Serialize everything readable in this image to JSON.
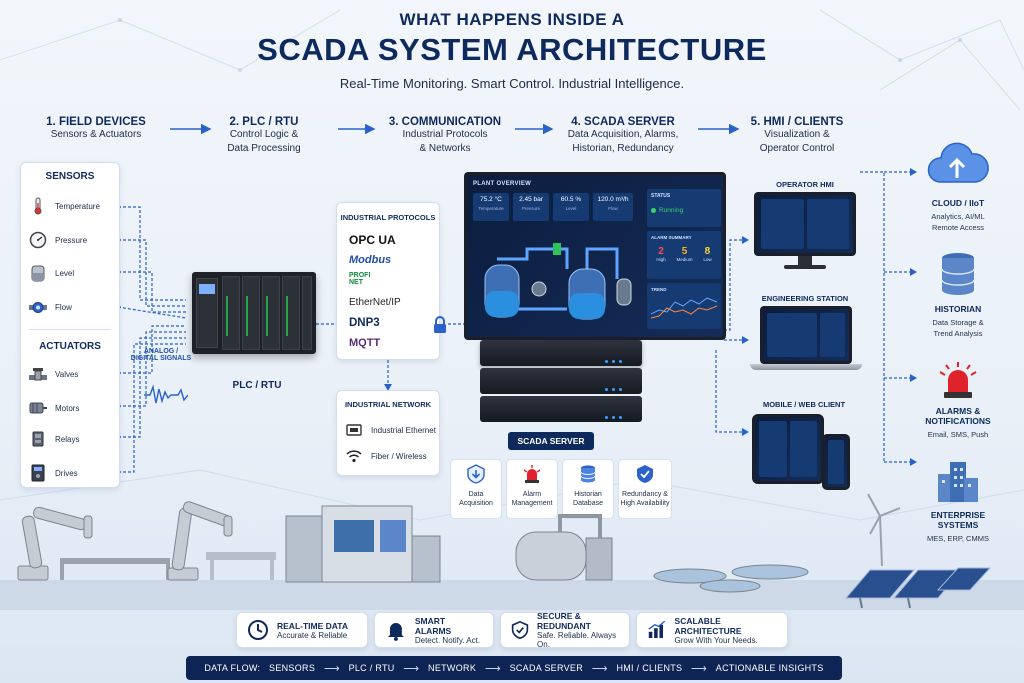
{
  "header": {
    "kicker": "WHAT HAPPENS INSIDE A",
    "title": "SCADA SYSTEM ARCHITECTURE",
    "subtitle": "Real-Time Monitoring. Smart Control. Industrial Intelligence."
  },
  "stages": [
    {
      "title": "1. FIELD DEVICES",
      "line1": "Sensors & Actuators",
      "line2": ""
    },
    {
      "title": "2. PLC / RTU",
      "line1": "Control Logic &",
      "line2": "Data Processing"
    },
    {
      "title": "3. COMMUNICATION",
      "line1": "Industrial Protocols",
      "line2": "& Networks"
    },
    {
      "title": "4. SCADA SERVER",
      "line1": "Data Acquisition, Alarms,",
      "line2": "Historian, Redundancy"
    },
    {
      "title": "5. HMI / CLIENTS",
      "line1": "Visualization &",
      "line2": "Operator Control"
    }
  ],
  "field": {
    "sensors_heading": "SENSORS",
    "sensors": [
      "Temperature",
      "Pressure",
      "Level",
      "Flow"
    ],
    "actuators_heading": "ACTUATORS",
    "actuators": [
      "Valves",
      "Motors",
      "Relays",
      "Drives"
    ],
    "signal_label_1": "ANALOG /",
    "signal_label_2": "DIGITAL SIGNALS"
  },
  "plc": {
    "label": "PLC / RTU"
  },
  "protocols": {
    "heading": "INDUSTRIAL PROTOCOLS",
    "items": [
      "OPC UA",
      "Modbus",
      "PROFI NET",
      "EtherNet/IP",
      "DNP3",
      "MQTT"
    ],
    "profi_1": "PROFI",
    "profi_2": "NET"
  },
  "network": {
    "heading": "INDUSTRIAL NETWORK",
    "items": [
      "Industrial Ethernet",
      "Fiber / Wireless"
    ]
  },
  "overview": {
    "title": "PLANT OVERVIEW",
    "readings": [
      {
        "value": "75.2 °C",
        "label": "Temperature"
      },
      {
        "value": "2.45 bar",
        "label": "Pressure"
      },
      {
        "value": "60.5 %",
        "label": "Level"
      },
      {
        "value": "120.0 m³/h",
        "label": "Flow"
      }
    ],
    "status_title": "STATUS",
    "status_value": "Running",
    "alarm_title": "ALARM SUMMARY",
    "alarm_counts": [
      {
        "value": "2",
        "label": "High"
      },
      {
        "value": "5",
        "label": "Medium"
      },
      {
        "value": "8",
        "label": "Low"
      }
    ],
    "trend_title": "TREND"
  },
  "server": {
    "label": "SCADA SERVER",
    "cards": [
      {
        "icon": "data-acquisition-icon",
        "line1": "Data",
        "line2": "Acquisition"
      },
      {
        "icon": "alarm-icon",
        "line1": "Alarm",
        "line2": "Management"
      },
      {
        "icon": "database-icon",
        "line1": "Historian",
        "line2": "Database"
      },
      {
        "icon": "shield-icon",
        "line1": "Redundancy &",
        "line2": "High Availability"
      }
    ]
  },
  "clients": [
    "OPERATOR HMI",
    "ENGINEERING STATION",
    "MOBILE / WEB CLIENT"
  ],
  "right": [
    {
      "title": "CLOUD / IIoT",
      "title2": "",
      "line1": "Analytics, AI/ML",
      "line2": "Remote Access",
      "icon": "cloud-icon"
    },
    {
      "title": "HISTORIAN",
      "title2": "",
      "line1": "Data Storage &",
      "line2": "Trend Analysis",
      "icon": "database-icon"
    },
    {
      "title": "ALARMS &",
      "title2": "NOTIFICATIONS",
      "line1": "Email, SMS, Push",
      "line2": "",
      "icon": "alarm-beacon-icon"
    },
    {
      "title": "ENTERPRISE",
      "title2": "SYSTEMS",
      "line1": "MES, ERP, CMMS",
      "line2": "",
      "icon": "building-icon"
    }
  ],
  "features": [
    {
      "title": "REAL-TIME DATA",
      "desc": "Accurate & Reliable",
      "icon": "clock-icon"
    },
    {
      "title": "SMART ALARMS",
      "desc": "Detect. Notify. Act.",
      "icon": "bell-icon"
    },
    {
      "title": "SECURE & REDUNDANT",
      "desc": "Safe. Reliable. Always On.",
      "icon": "shield-icon"
    },
    {
      "title": "SCALABLE ARCHITECTURE",
      "desc": "Grow With Your Needs.",
      "icon": "bar-chart-icon"
    }
  ],
  "dataflow": {
    "label": "DATA FLOW:",
    "steps": [
      "SENSORS",
      "PLC / RTU",
      "NETWORK",
      "SCADA SERVER",
      "HMI / CLIENTS",
      "ACTIONABLE INSIGHTS"
    ]
  },
  "colors": {
    "navy": "#0e2a5c",
    "accent": "#2a62c9",
    "alarm": "#e0232b",
    "running": "#3ad26a"
  }
}
